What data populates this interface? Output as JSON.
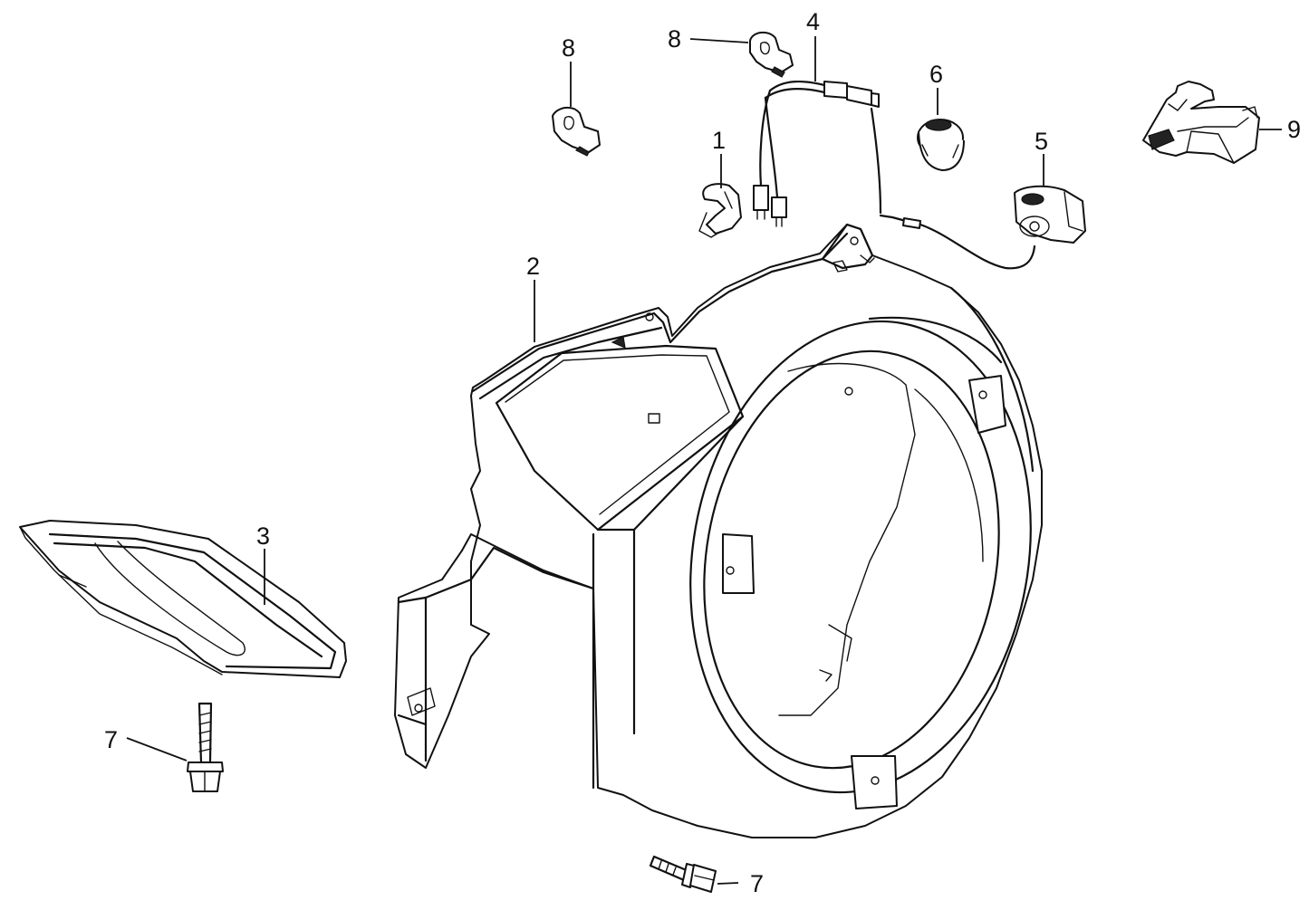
{
  "callouts": {
    "part_1": "1",
    "part_2": "2",
    "part_3": "3",
    "part_4": "4",
    "part_5": "5",
    "part_6": "6",
    "part_7_left": "7",
    "part_7_bottom": "7",
    "part_8_left": "8",
    "part_8_top": "8",
    "part_9": "9"
  },
  "colors": {
    "line": "#111111",
    "background": "#ffffff"
  }
}
